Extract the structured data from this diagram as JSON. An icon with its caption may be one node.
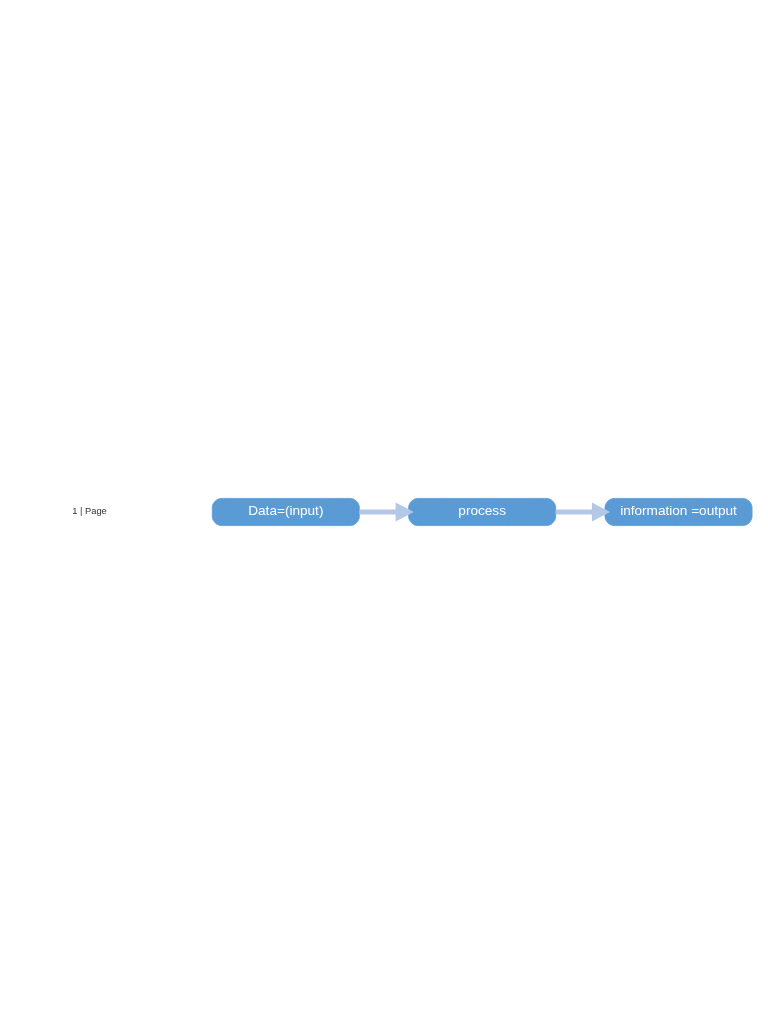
{
  "diagram": {
    "nodes": [
      {
        "text": [
          "Data=(input)"
        ]
      },
      {
        "text": [
          "process"
        ]
      },
      {
        "text": [
          "information =output"
        ]
      }
    ],
    "edges": [
      {
        "from": 0,
        "to": 1,
        "arrow": "to"
      },
      {
        "from": 1,
        "to": 2,
        "arrow": "to"
      }
    ],
    "labels": [
      "1 | Page"
    ]
  }
}
